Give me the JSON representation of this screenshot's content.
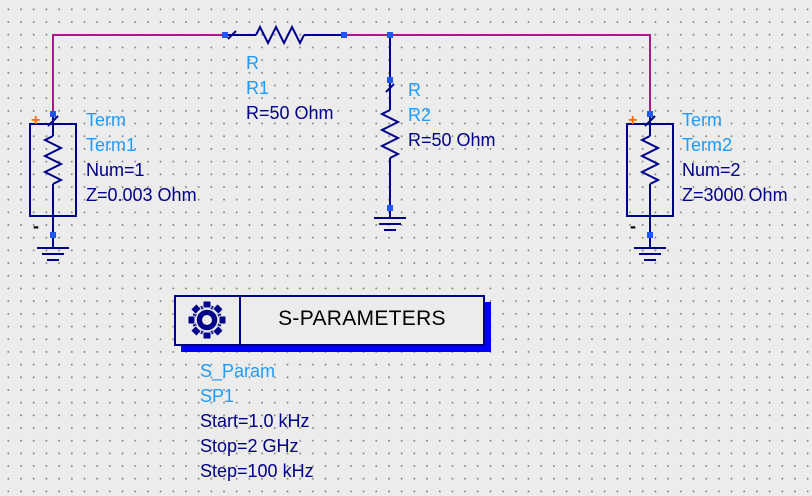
{
  "colors": {
    "wire": "#b0168c",
    "component": "#00008b",
    "pin": "#1e56ff",
    "label": "#1e9bff",
    "param": "#00008b",
    "plus": "#ff6600",
    "background": "#ececec"
  },
  "icons": [
    "resistor-symbol",
    "ground-icon",
    "gear-icon",
    "port-marker"
  ],
  "components": {
    "r1": {
      "type": "R",
      "instance": "R1",
      "params": [
        "R=50 Ohm"
      ]
    },
    "r2": {
      "type": "R",
      "instance": "R2",
      "params": [
        "R=50 Ohm"
      ]
    },
    "term1": {
      "type": "Term",
      "instance": "Term1",
      "params": [
        "Num=1",
        "Z=0.003 Ohm"
      ],
      "plus": "+",
      "minus": "-"
    },
    "term2": {
      "type": "Term",
      "instance": "Term2",
      "params": [
        "Num=2",
        "Z=3000 Ohm"
      ],
      "plus": "+",
      "minus": "-"
    }
  },
  "sparam": {
    "title": "S-PARAMETERS",
    "type": "S_Param",
    "instance": "SP1",
    "params": [
      "Start=1.0 kHz",
      "Stop=2 GHz",
      "Step=100 kHz"
    ]
  }
}
